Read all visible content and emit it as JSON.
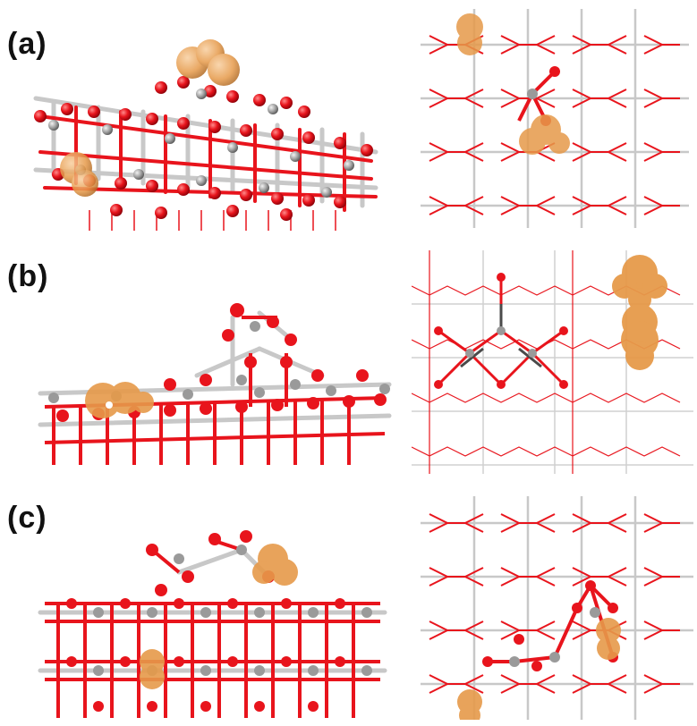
{
  "figure": {
    "panels": [
      {
        "id": "a",
        "label": "(a)"
      },
      {
        "id": "b",
        "label": "(b)"
      },
      {
        "id": "c",
        "label": "(c)"
      }
    ]
  },
  "colors": {
    "oxygen": "#e8141c",
    "silicon": "#9a9a9a",
    "bond_light": "#c8c8c8",
    "isosurface": "#e69a4a",
    "background": "#ffffff"
  }
}
